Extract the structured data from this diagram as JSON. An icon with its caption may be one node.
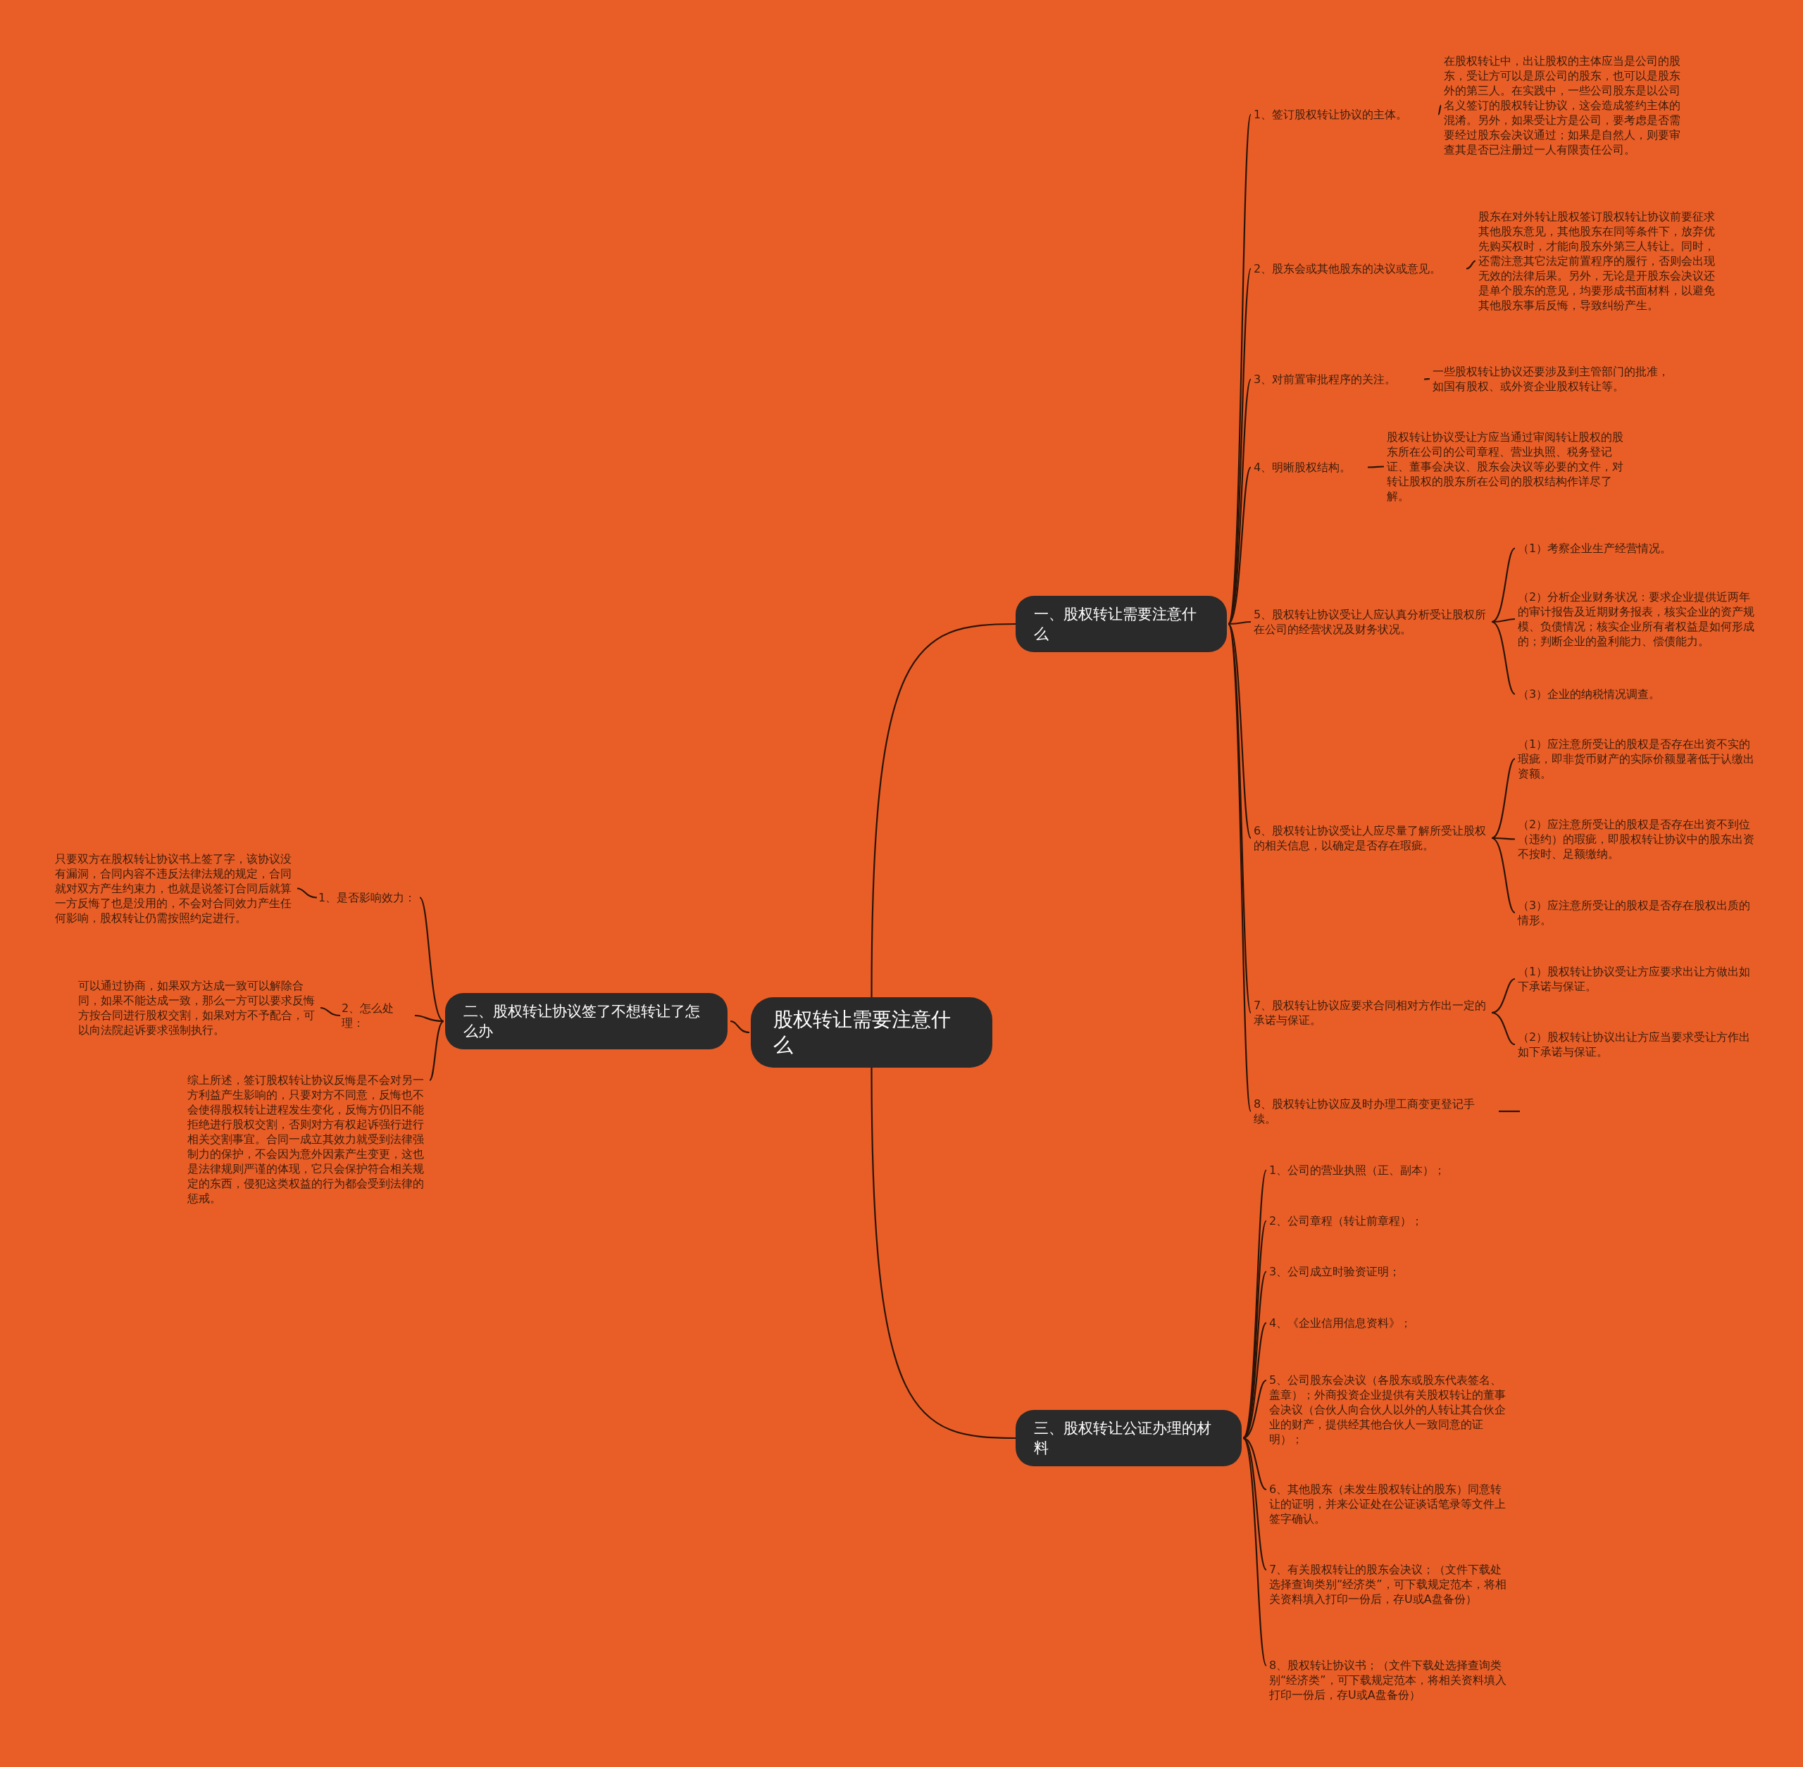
{
  "diagram": {
    "nodes": [
      {
        "text": [
          "股权转让需要注意什么"
        ]
      },
      {
        "text": [
          "一、股权转让需要注意什么"
        ]
      },
      {
        "text": [
          "1、签订股权转让协议的主体。"
        ]
      },
      {
        "text": [
          "在股权转让中，出让股权的主体应当是公司的股东，受让方可以是原公司的股东，也可以是股东外的第三人。在实践中，一些公司股东是以公司名义签订的股权转让协议，这会造成签约主体的混淆。另外，如果受让方是公司，要考虑是否需要经过股东会决议通过；如果是自然人，则要审查其是否已注册过一人有限责任公司。"
        ]
      },
      {
        "text": [
          "2、股东会或其他股东的决议或意见。"
        ]
      },
      {
        "text": [
          "股东在对外转让股权签订股权转让协议前要征求其他股东意见，其他股东在同等条件下，放弃优先购买权时，才能向股东外第三人转让。同时，还需注意其它法定前置程序的履行，否则会出现无效的法律后果。另外，无论是开股东会决议还是单个股东的意见，均要形成书面材料，以避免其他股东事后反悔，导致纠纷产生。"
        ]
      },
      {
        "text": [
          "3、对前置审批程序的关注。"
        ]
      },
      {
        "text": [
          "一些股权转让协议还要涉及到主管部门的批准，如国有股权、或外资企业股权转让等。"
        ]
      },
      {
        "text": [
          "4、明晰股权结构。"
        ]
      },
      {
        "text": [
          "股权转让协议受让方应当通过审阅转让股权的股东所在公司的公司章程、营业执照、税务登记证、董事会决议、股东会决议等必要的文件，对转让股权的股东所在公司的股权结构作详尽了解。"
        ]
      },
      {
        "text": [
          "5、股权转让协议受让人应认真分析受让股权所在公司的经营状况及财务状况。"
        ]
      },
      {
        "text": [
          "（1）考察企业生产经营情况。"
        ]
      },
      {
        "text": [
          "（2）分析企业财务状况：要求企业提供近两年的审计报告及近期财务报表，核实企业的资产规模、负债情况；核实企业所有者权益是如何形成的；判断企业的盈利能力、偿债能力。"
        ]
      },
      {
        "text": [
          "（3）企业的纳税情况调查。"
        ]
      },
      {
        "text": [
          "6、股权转让协议受让人应尽量了解所受让股权的相关信息，以确定是否存在瑕疵。"
        ]
      },
      {
        "text": [
          "（1）应注意所受让的股权是否存在出资不实的瑕疵，即非货币财产的实际价额显著低于认缴出资额。"
        ]
      },
      {
        "text": [
          "（2）应注意所受让的股权是否存在出资不到位（违约）的瑕疵，即股权转让协议中的股东出资不按时、足额缴纳。"
        ]
      },
      {
        "text": [
          "（3）应注意所受让的股权是否存在股权出质的情形。"
        ]
      },
      {
        "text": [
          "7、股权转让协议应要求合同相对方作出一定的承诺与保证。"
        ]
      },
      {
        "text": [
          "（1）股权转让协议受让方应要求出让方做出如下承诺与保证。"
        ]
      },
      {
        "text": [
          "（2）股权转让协议出让方应当要求受让方作出如下承诺与保证。"
        ]
      },
      {
        "text": [
          "8、股权转让协议应及时办理工商变更登记手续。"
        ]
      },
      {
        "text": [
          "二、股权转让协议签了不想转让了怎么办"
        ]
      },
      {
        "text": [
          "1、是否影响效力："
        ]
      },
      {
        "text": [
          "只要双方在股权转让协议书上签了字，该协议没有漏洞，合同内容不违反法律法规的规定，合同就对双方产生约束力，也就是说签订合同后就算一方反悔了也是没用的，不会对合同效力产生任何影响，股权转让仍需按照约定进行。"
        ]
      },
      {
        "text": [
          "2、怎么处理："
        ]
      },
      {
        "text": [
          "可以通过协商，如果双方达成一致可以解除合同，如果不能达成一致，那么一方可以要求反悔方按合同进行股权交割，如果对方不予配合，可以向法院起诉要求强制执行。"
        ]
      },
      {
        "text": [
          "综上所述，签订股权转让协议反悔是不会对另一方利益产生影响的，只要对方不同意，反悔也不会使得股权转让进程发生变化，反悔方仍旧不能拒绝进行股权交割，否则对方有权起诉强行进行相关交割事宜。合同一成立其效力就受到法律强制力的保护，不会因为意外因素产生变更，这也是法律规则严谨的体现，它只会保护符合相关规定的东西，侵犯这类权益的行为都会受到法律的惩戒。"
        ]
      },
      {
        "text": [
          "三、股权转让公证办理的材料"
        ]
      },
      {
        "text": [
          "1、公司的营业执照（正、副本）；"
        ]
      },
      {
        "text": [
          "2、公司章程（转让前章程）；"
        ]
      },
      {
        "text": [
          "3、公司成立时验资证明；"
        ]
      },
      {
        "text": [
          "4、《企业信用信息资料》；"
        ]
      },
      {
        "text": [
          "5、公司股东会决议（各股东或股东代表签名、盖章）；外商投资企业提供有关股权转让的董事会决议（合伙人向合伙人以外的人转让其合伙企业的财产，提供经其他合伙人一致同意的证明）；"
        ]
      },
      {
        "text": [
          "6、其他股东（未发生股权转让的股东）同意转让的证明，并来公证处在公证谈话笔录等文件上签字确认。"
        ]
      },
      {
        "text": [
          "7、有关股权转让的股东会决议；（文件下载处选择查询类别“经济类”，可下载规定范本，将相关资料填入打印一份后，存U或A盘备份）"
        ]
      },
      {
        "text": [
          "8、股权转让协议书；（文件下载处选择查询类别“经济类”，可下载规定范本，将相关资料填入打印一份后，存U或A盘备份）"
        ]
      }
    ],
    "edges": [
      {
        "from": 0,
        "to": 1,
        "arrow": "none"
      },
      {
        "from": 1,
        "to": 2,
        "arrow": "none"
      },
      {
        "from": 2,
        "to": 3,
        "arrow": "none"
      },
      {
        "from": 1,
        "to": 4,
        "arrow": "none"
      },
      {
        "from": 4,
        "to": 5,
        "arrow": "none"
      },
      {
        "from": 1,
        "to": 6,
        "arrow": "none"
      },
      {
        "from": 6,
        "to": 7,
        "arrow": "none"
      },
      {
        "from": 1,
        "to": 8,
        "arrow": "none"
      },
      {
        "from": 8,
        "to": 9,
        "arrow": "none"
      },
      {
        "from": 1,
        "to": 10,
        "arrow": "none"
      },
      {
        "from": 10,
        "to": 11,
        "arrow": "none"
      },
      {
        "from": 10,
        "to": 12,
        "arrow": "none"
      },
      {
        "from": 10,
        "to": 13,
        "arrow": "none"
      },
      {
        "from": 1,
        "to": 14,
        "arrow": "none"
      },
      {
        "from": 14,
        "to": 15,
        "arrow": "none"
      },
      {
        "from": 14,
        "to": 16,
        "arrow": "none"
      },
      {
        "from": 14,
        "to": 17,
        "arrow": "none"
      },
      {
        "from": 1,
        "to": 18,
        "arrow": "none"
      },
      {
        "from": 18,
        "to": 19,
        "arrow": "none"
      },
      {
        "from": 18,
        "to": 20,
        "arrow": "none"
      },
      {
        "from": 1,
        "to": 21,
        "arrow": "none"
      },
      {
        "from": 21,
        "to": null,
        "arrow": "none"
      },
      {
        "from": 0,
        "to": 22,
        "arrow": "none"
      },
      {
        "from": 22,
        "to": 23,
        "arrow": "none"
      },
      {
        "from": 23,
        "to": 24,
        "arrow": "none"
      },
      {
        "from": 22,
        "to": 25,
        "arrow": "none"
      },
      {
        "from": 25,
        "to": 26,
        "arrow": "none"
      },
      {
        "from": 22,
        "to": 27,
        "arrow": "none"
      },
      {
        "from": 0,
        "to": 28,
        "arrow": "none"
      },
      {
        "from": 28,
        "to": 29,
        "arrow": "none"
      },
      {
        "from": 28,
        "to": 30,
        "arrow": "none"
      },
      {
        "from": 28,
        "to": 31,
        "arrow": "none"
      },
      {
        "from": 28,
        "to": 32,
        "arrow": "none"
      },
      {
        "from": 28,
        "to": 33,
        "arrow": "none"
      },
      {
        "from": 28,
        "to": 34,
        "arrow": "none"
      },
      {
        "from": 28,
        "to": 35,
        "arrow": "none"
      },
      {
        "from": 28,
        "to": 36,
        "arrow": "none"
      }
    ]
  }
}
